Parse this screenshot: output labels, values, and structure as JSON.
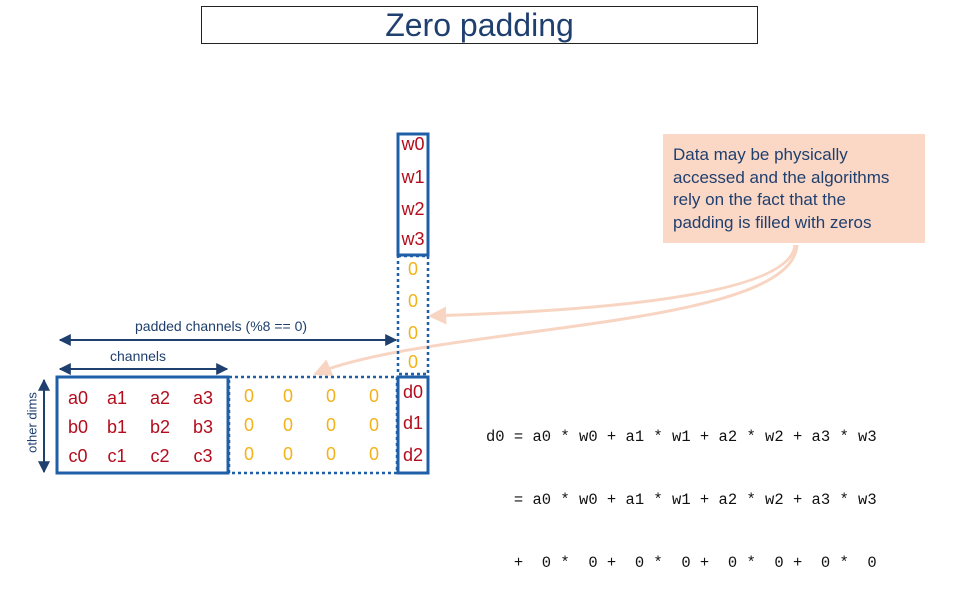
{
  "title": "Zero padding",
  "callout": {
    "lines": [
      "Data may be physically",
      "accessed and the algorithms",
      "rely on the fact that the",
      "padding is filled with zeros"
    ]
  },
  "labels": {
    "padded_channels": "padded channels (%8 == 0)",
    "channels": "channels",
    "other_dims": "other dims"
  },
  "weights": {
    "values": [
      "w0",
      "w1",
      "w2",
      "w3"
    ],
    "padding": [
      "0",
      "0",
      "0",
      "0"
    ]
  },
  "data_matrix": {
    "rows": [
      [
        "a0",
        "a1",
        "a2",
        "a3"
      ],
      [
        "b0",
        "b1",
        "b2",
        "b3"
      ],
      [
        "c0",
        "c1",
        "c2",
        "c3"
      ]
    ],
    "padding_rows": [
      [
        "0",
        "0",
        "0",
        "0"
      ],
      [
        "0",
        "0",
        "0",
        "0"
      ],
      [
        "0",
        "0",
        "0",
        "0"
      ]
    ]
  },
  "results": [
    "d0",
    "d1",
    "d2"
  ],
  "formula": [
    "d0 = a0 * w0 + a1 * w1 + a2 * w2 + a3 * w3",
    "   = a0 * w0 + a1 * w1 + a2 * w2 + a3 * w3",
    "   +  0 *  0 +  0 *  0 +  0 *  0 +  0 *  0"
  ],
  "colors": {
    "title": "#1f3f6e",
    "box_border": "#1f5fa8",
    "value_text": "#b30c1c",
    "padding_text": "#f3b21b",
    "callout_bg": "#fbd8c6",
    "arrow_curve": "#f8d5c2",
    "dim_arrow": "#1f3f6e"
  }
}
